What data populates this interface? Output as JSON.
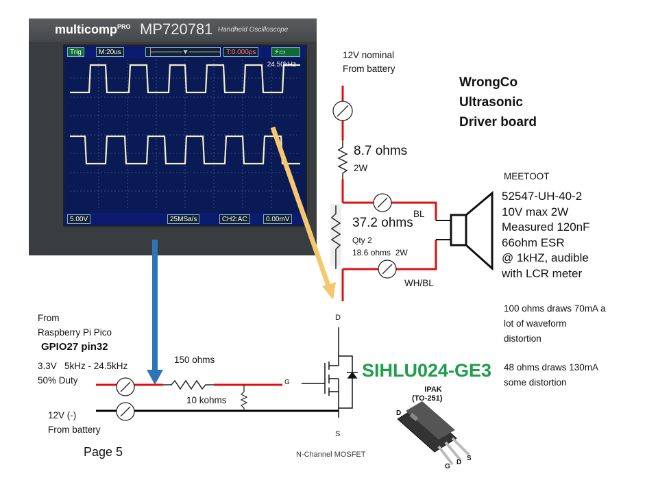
{
  "oscilloscope": {
    "brand": "multicomp",
    "brand_suffix": "PRO",
    "model": "MP720781",
    "subtitle": "Handheld Oscilloscope",
    "trig_label": "Trig",
    "timebase": "M:20us",
    "trigger_time": "T:0.000ps",
    "frequency": "24.50kHz",
    "ch1_scale": "5.00V",
    "sample_rate": "25MSa/s",
    "ch2_scale": "CH2:AC",
    "ch2_value": "0.00mV"
  },
  "labels": {
    "supply_top": "12V nominal\nFrom battery",
    "title": "WrongCo\nUltrasonic\nDriver board",
    "r1_value": "8.7 ohms",
    "r1_power": "2W",
    "speaker_brand": "MEETOOT",
    "speaker_spec": "52547-UH-40-2\n10V max 2W\nMeasured 120nF\n66ohm ESR\n@ 1kHZ, audible\nwith LCR meter",
    "r2_value": "37.2 ohms",
    "r2_detail": "Qty 2\n18.6 ohms  2W",
    "wire_bl": "BL",
    "wire_whbl": "WH/BL",
    "note_100": "100 ohms draws 70mA a\nlot of waveform\ndistortion",
    "note_48": "48 ohms draws 130mA\nsome distortion",
    "from_pico": "From\nRaspberry Pi Pico",
    "gpio": "GPIO27 pin32",
    "signal_spec": "3.3V   5kHz - 24.5kHz\n50% Duty",
    "r_gate": "150 ohms",
    "r_pulldown": "10 kohms",
    "ground": "12V (-)\nFrom battery",
    "page": "Page 5",
    "pin_d": "D",
    "pin_g": "G",
    "pin_s": "S",
    "mosfet_part": "SIHLU024-GE3",
    "mosfet_type": "N-Channel MOSFET",
    "package_name": "IPAK",
    "package_code": "(TO-251)",
    "pkg_d": "D",
    "pkg_g": "G",
    "pkg_d2": "D",
    "pkg_s": "S"
  },
  "colors": {
    "red_wire": "#e01010",
    "black_wire": "#000000",
    "blue_arrow": "#2e75b6",
    "yellow_arrow": "#f5c870",
    "part_green": "#1d9e4a"
  }
}
